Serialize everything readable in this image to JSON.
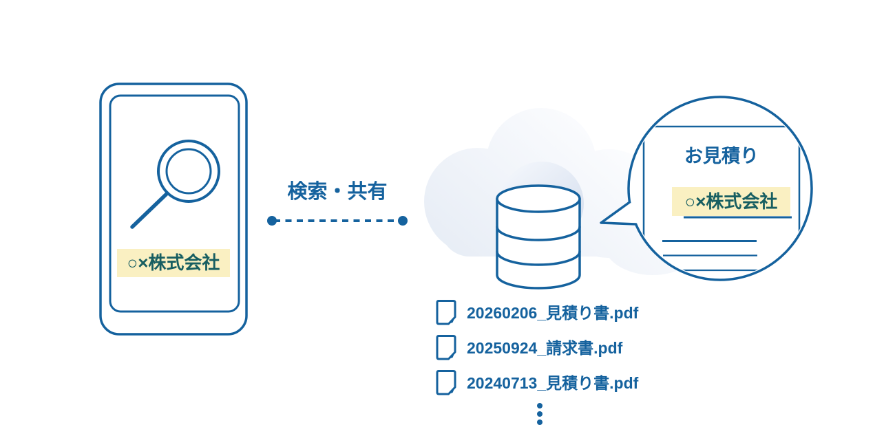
{
  "colors": {
    "primary_blue": "#15629E",
    "teal_text": "#175E61",
    "highlight_yellow": "#FAF0C2",
    "cloud_light": "#FBFCFE",
    "cloud_dark": "#E6ECF5"
  },
  "phone": {
    "company_label": "○×株式会社",
    "icon": "magnifier-icon"
  },
  "connection": {
    "label": "検索・共有"
  },
  "cloud_storage": {
    "cloud_icon": "cloud-icon",
    "database_icon": "database-icon"
  },
  "bubble": {
    "title": "お見積り",
    "company_label": "○×株式会社"
  },
  "file_list": {
    "icon": "file-icon",
    "items": [
      "20260206_見積り書.pdf",
      "20250924_請求書.pdf",
      "20240713_見積り書.pdf"
    ]
  }
}
